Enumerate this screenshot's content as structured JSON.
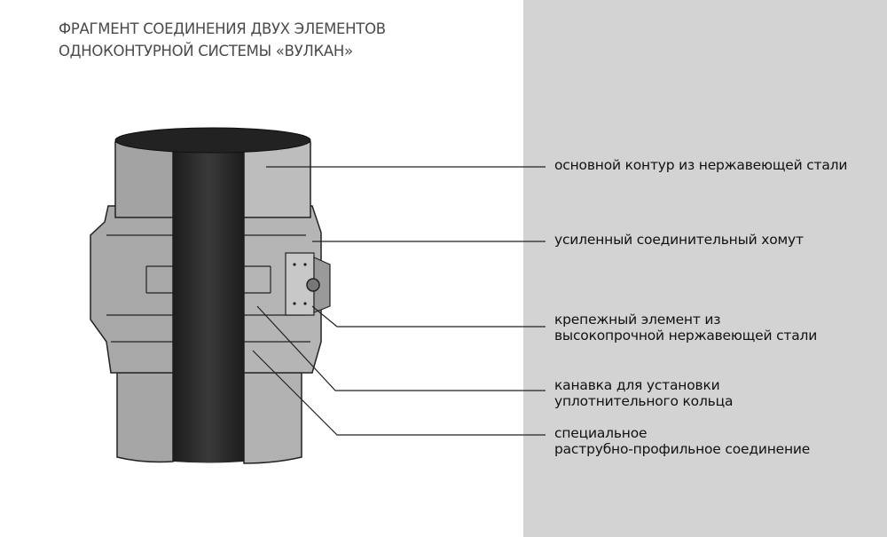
{
  "title": {
    "line1": "ФРАГМЕНТ СОЕДИНЕНИЯ ДВУХ ЭЛЕМЕНТОВ",
    "line2": "ОДНОКОНТУРНОЙ СИСТЕМЫ «ВУЛКАН»"
  },
  "labels": [
    {
      "line1": "основной контур из нержавеющей стали"
    },
    {
      "line1": "усиленный соединительный хомут"
    },
    {
      "line1": "крепежный элемент из",
      "line2": "высокопрочной нержавеющей стали"
    },
    {
      "line1": "канавка для установки",
      "line2": "уплотнительного кольца"
    },
    {
      "line1": "специальное",
      "line2": "раструбно-профильное соединение"
    }
  ],
  "colors": {
    "panel": "#d3d3d3",
    "metal": "#a9a9a9",
    "dark": "#2a2a2a"
  }
}
